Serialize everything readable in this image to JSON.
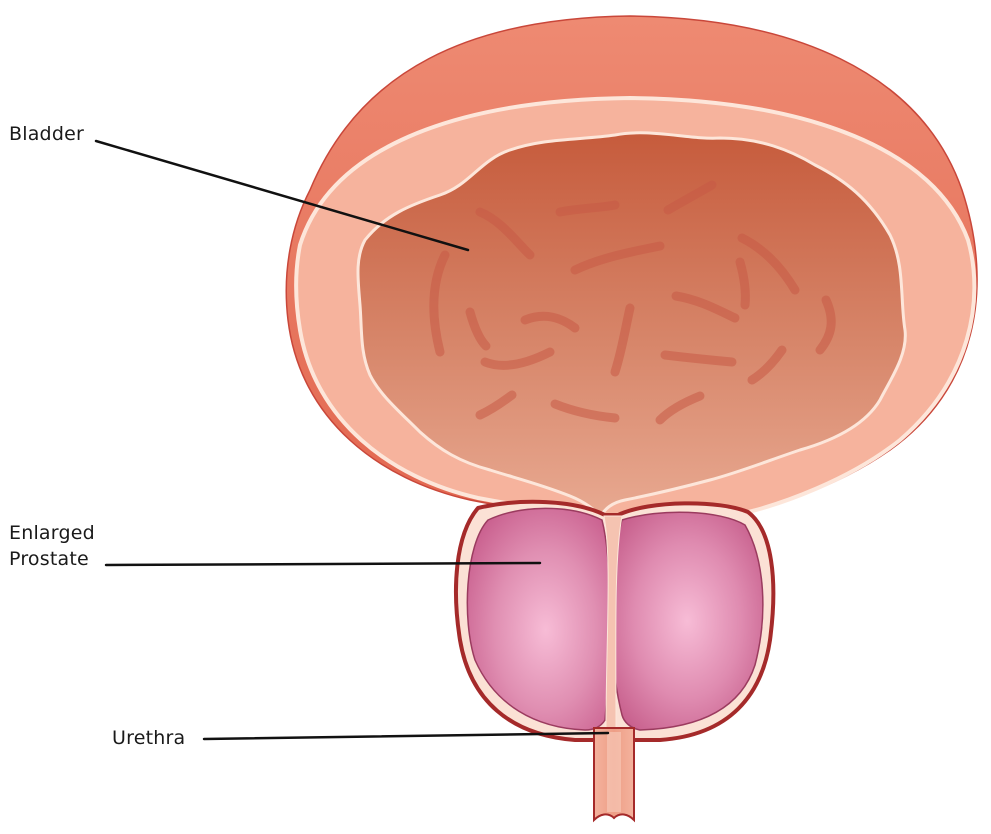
{
  "labels": {
    "bladder": "Bladder",
    "prostate_line1": "Enlarged",
    "prostate_line2": "Prostate",
    "urethra": "Urethra"
  },
  "colors": {
    "bladder_outer_wall": "#e8735f",
    "bladder_wall": "#f5b29c",
    "bladder_lining_edge": "#fde6da",
    "bladder_interior": "#cf6a4c",
    "bladder_folds": "#c85a46",
    "prostate_capsule": "#a52a2a",
    "prostate_lobe": "#d97aa3",
    "prostate_highlight": "#f6b7d2",
    "urethra": "#f4b6a2",
    "leader_line": "#111111"
  },
  "icons": [
    "bladder-illustration",
    "prostate-illustration",
    "urethra-illustration"
  ]
}
